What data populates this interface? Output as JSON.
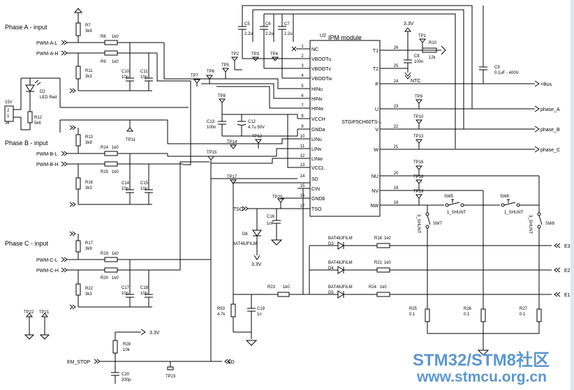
{
  "ipm": {
    "title": "IPM module",
    "ref": "U2",
    "part": "STGIF5CH60TS-L",
    "left_pins": [
      {
        "num": "1",
        "name": "NC"
      },
      {
        "num": "2",
        "name": "VBOOTu"
      },
      {
        "num": "3",
        "name": "VBOOTv"
      },
      {
        "num": "4",
        "name": "VBOOTw"
      },
      {
        "num": "5",
        "name": "HINu"
      },
      {
        "num": "6",
        "name": "HINv"
      },
      {
        "num": "7",
        "name": "HINw"
      },
      {
        "num": "8",
        "name": "VCCH"
      },
      {
        "num": "9",
        "name": "GNDa"
      },
      {
        "num": "10",
        "name": "LINu"
      },
      {
        "num": "11",
        "name": "LINv"
      },
      {
        "num": "12",
        "name": "LINw"
      },
      {
        "num": "13",
        "name": "VCCL"
      },
      {
        "num": "14",
        "name": "SD"
      },
      {
        "num": "15",
        "name": "CIN"
      },
      {
        "num": "16",
        "name": "GNDb"
      },
      {
        "num": "17",
        "name": "TSO"
      }
    ],
    "right_pins": [
      {
        "num": "26",
        "name": "T1"
      },
      {
        "num": "25",
        "name": "T2"
      },
      {
        "num": "24",
        "name": "P"
      },
      {
        "num": "23",
        "name": "U"
      },
      {
        "num": "22",
        "name": "V"
      },
      {
        "num": "21",
        "name": "W"
      },
      {
        "num": "20",
        "name": "NU"
      },
      {
        "num": "19",
        "name": "NV"
      },
      {
        "num": "18",
        "name": "NW"
      }
    ]
  },
  "sections": {
    "phase_a": "Phase A - input",
    "phase_b": "Phase B - input",
    "phase_c": "Phase C - input"
  },
  "nets": {
    "pwm_a_l": "PWM-A-L",
    "pwm_a_h": "PWM-A-H",
    "pwm_b_l": "PWM-B-L",
    "pwm_b_h": "PWM-B-H",
    "pwm_c_l": "PWM-C-L",
    "pwm_c_h": "PWM-C-H",
    "plus_bus": "+Bus",
    "phase_a_out": "phase_A",
    "phase_b_out": "phase_B",
    "phase_c_out": "phase_C",
    "v33_top": "3.3V",
    "v33_d6": "3.3V",
    "v33_r28": "3.3V",
    "tso": "TSO",
    "ntc": "NTC",
    "em_stop": "EM_STOP",
    "sd": "SD",
    "e3": "E3",
    "e2": "E2",
    "e1": "E1",
    "v15": "15V",
    "j4": "J4",
    "j_pin2": "2",
    "j_pin1": "1"
  },
  "resistors": {
    "r7": {
      "ref": "R7",
      "val": "3k9"
    },
    "r8": {
      "ref": "R8",
      "val": "1k0"
    },
    "r9": {
      "ref": "R9",
      "val": "1k0"
    },
    "r11": {
      "ref": "R11",
      "val": "3k3"
    },
    "r12": {
      "ref": "R12",
      "val": "5k6"
    },
    "r13": {
      "ref": "R13",
      "val": "3k9"
    },
    "r14": {
      "ref": "R14",
      "val": "1k0"
    },
    "r15": {
      "ref": "R15",
      "val": "1k0"
    },
    "r16": {
      "ref": "R16",
      "val": "3k3"
    },
    "r17": {
      "ref": "R17",
      "val": "3k9"
    },
    "r19": {
      "ref": "R19",
      "val": "1k0"
    },
    "r20": {
      "ref": "R20",
      "val": "1k0"
    },
    "r22": {
      "ref": "R22",
      "val": "3k3"
    },
    "r10": {
      "ref": "R10",
      "val": "12k"
    },
    "r18": {
      "ref": "R18",
      "val": "1k0"
    },
    "r21": {
      "ref": "R21",
      "val": "1k0"
    },
    "r23": {
      "ref": "R23",
      "val": "1k0"
    },
    "r24": {
      "ref": "R24",
      "val": "1k0"
    },
    "r25": {
      "ref": "R25",
      "val": "0.1"
    },
    "r26": {
      "ref": "R26",
      "val": "0.1"
    },
    "r27": {
      "ref": "R27",
      "val": "0.1"
    },
    "r28": {
      "ref": "R28",
      "val": "10k"
    },
    "r53": {
      "ref": "R53",
      "val": "4.7k"
    }
  },
  "capacitors": {
    "c5": {
      "ref": "C5",
      "val": "2.2u"
    },
    "c6": {
      "ref": "C6",
      "val": "2.2u"
    },
    "c7": {
      "ref": "C7",
      "val": "2.2u"
    },
    "c8": {
      "ref": "C8",
      "val": "100n"
    },
    "c9": {
      "ref": "C9",
      "val": "0.1uF - 400V"
    },
    "c10": {
      "ref": "C10",
      "val": "10p"
    },
    "c11": {
      "ref": "C11",
      "val": "10p"
    },
    "c12": {
      "ref": "C12",
      "val": "4.7u 50V"
    },
    "c13": {
      "ref": "C13",
      "val": "100n"
    },
    "c14": {
      "ref": "C14",
      "val": "10p"
    },
    "c15": {
      "ref": "C15",
      "val": "10p"
    },
    "c16": {
      "ref": "C16",
      "val": "1nF"
    },
    "c17": {
      "ref": "C17",
      "val": "10p"
    },
    "c18": {
      "ref": "C18",
      "val": "10p"
    },
    "c19": {
      "ref": "C19",
      "val": "1n"
    },
    "c20": {
      "ref": "C20",
      "val": "330p"
    }
  },
  "diodes": {
    "d2": {
      "ref": "D2",
      "val": "LED Red"
    },
    "d6": {
      "ref": "D6",
      "val": "BAT48JFILM"
    },
    "d3": {
      "ref": "D3",
      "val": "BAT48JFILM"
    },
    "d4": {
      "ref": "D4",
      "val": "BAT48JFILM"
    },
    "d5": {
      "ref": "D5",
      "val": "BAT48JFILM"
    }
  },
  "testpoints": {
    "tp1": "TP1",
    "tp2": "TP2",
    "tp3": "TP3",
    "tp4": "TP4",
    "tp5": "TP5",
    "tp6": "TP6",
    "tp7": "TP7",
    "tp8": "TP8",
    "tp9": "TP9",
    "tp10": "TP10",
    "tp11": "TP11",
    "tp12": "TP12",
    "tp13": "TP13",
    "tp14": "TP14",
    "tp15": "TP15",
    "tp16": "TP16",
    "tp17": "TP17",
    "tp18": "TP18",
    "tp19": "TP19",
    "tp20": "TP20",
    "tp21": "TP21",
    "tp22": "TP22",
    "tp23": "TP23"
  },
  "switches": {
    "sw5": {
      "ref": "SW5",
      "val": "1_SHUNT"
    },
    "sw6": {
      "ref": "SW6",
      "val": "1_SHUNT"
    },
    "sw7": {
      "ref": "SW7",
      "val": "3_SHUNT"
    },
    "sw8": {
      "ref": "SW8",
      "val": "3_SHUNT"
    }
  },
  "watermark": {
    "line1": "STM32/STM8社区",
    "line2": "www.stmcu.org.cn"
  }
}
